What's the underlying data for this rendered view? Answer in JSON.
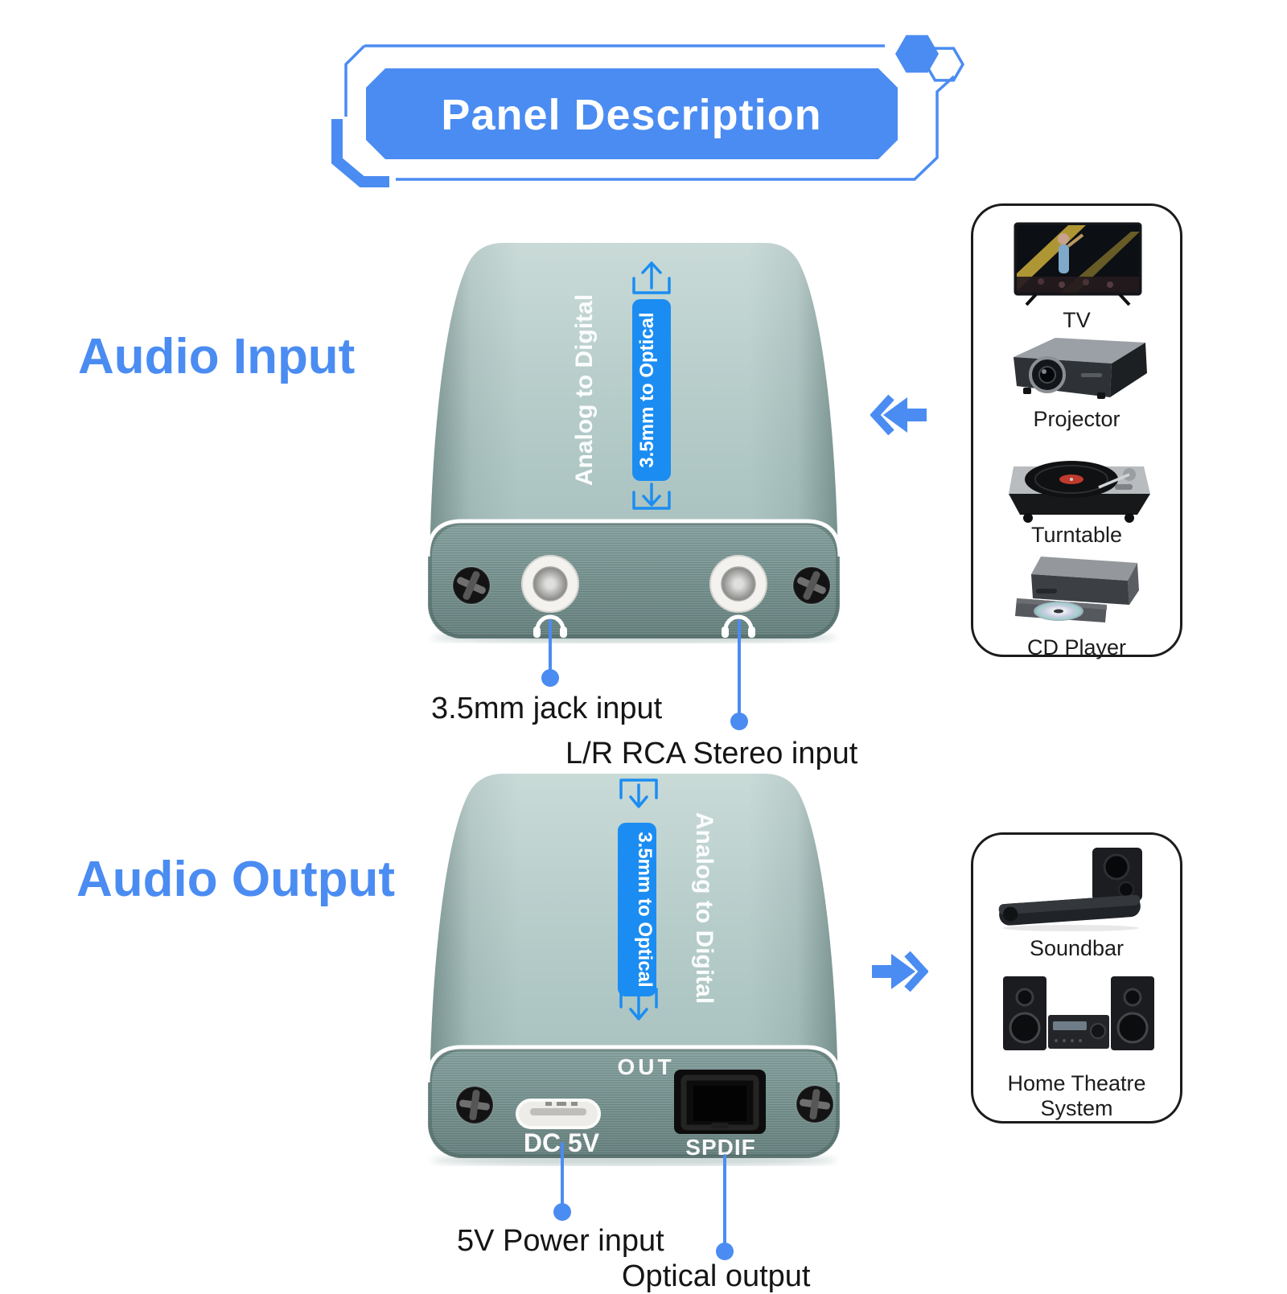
{
  "banner": {
    "title": "Panel Description"
  },
  "colors": {
    "accent": "#4b8cf2",
    "strip_blue": "#1b8df2",
    "device_body": "#aec5c2",
    "device_face": "#7a9694"
  },
  "input_section": {
    "heading": "Audio Input",
    "device": {
      "side_label": "Analog to Digital",
      "strip_label": "3.5mm to Optical"
    },
    "callouts": {
      "jack": "3.5mm jack input",
      "rca": "L/R RCA Stereo input"
    },
    "sources": [
      {
        "label": "TV"
      },
      {
        "label": "Projector"
      },
      {
        "label": "Turntable"
      },
      {
        "label": "CD Player"
      }
    ]
  },
  "output_section": {
    "heading": "Audio Output",
    "device": {
      "side_label": "Analog to Digital",
      "strip_label": "3.5mm to Optical",
      "out_label": "OUT",
      "power_label": "DC 5V",
      "spdif_label": "SPDIF"
    },
    "callouts": {
      "power": "5V Power input",
      "optical": "Optical output"
    },
    "sinks": [
      {
        "label": "Soundbar"
      },
      {
        "label": "Home Theatre System"
      }
    ]
  }
}
